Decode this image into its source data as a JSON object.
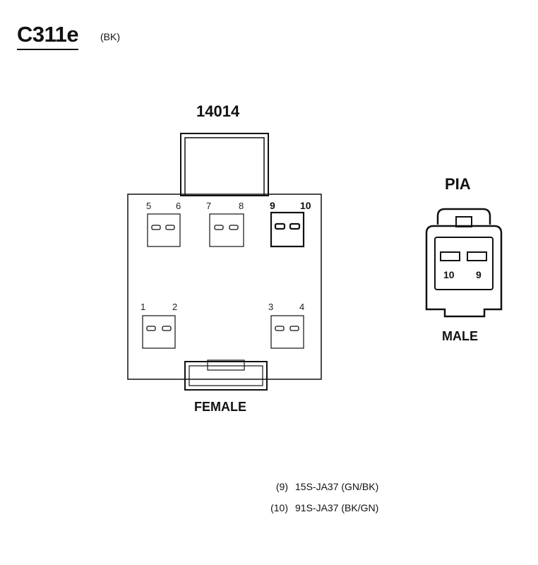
{
  "connector": {
    "id": "C311e",
    "color": "(BK)",
    "part_number": "14014"
  },
  "female": {
    "label": "FEMALE",
    "pins": [
      "5",
      "6",
      "7",
      "8",
      "9",
      "10",
      "1",
      "2",
      "3",
      "4"
    ]
  },
  "male": {
    "header": "PIA",
    "label": "MALE",
    "pins": [
      "10",
      "9"
    ]
  },
  "circuits": [
    {
      "pin": "(9)",
      "circuit": "15S-JA37 (GN/BK)"
    },
    {
      "pin": "(10)",
      "circuit": "91S-JA37 (BK/GN)"
    }
  ],
  "colors": {
    "ink": "#111111",
    "background": "#ffffff"
  }
}
